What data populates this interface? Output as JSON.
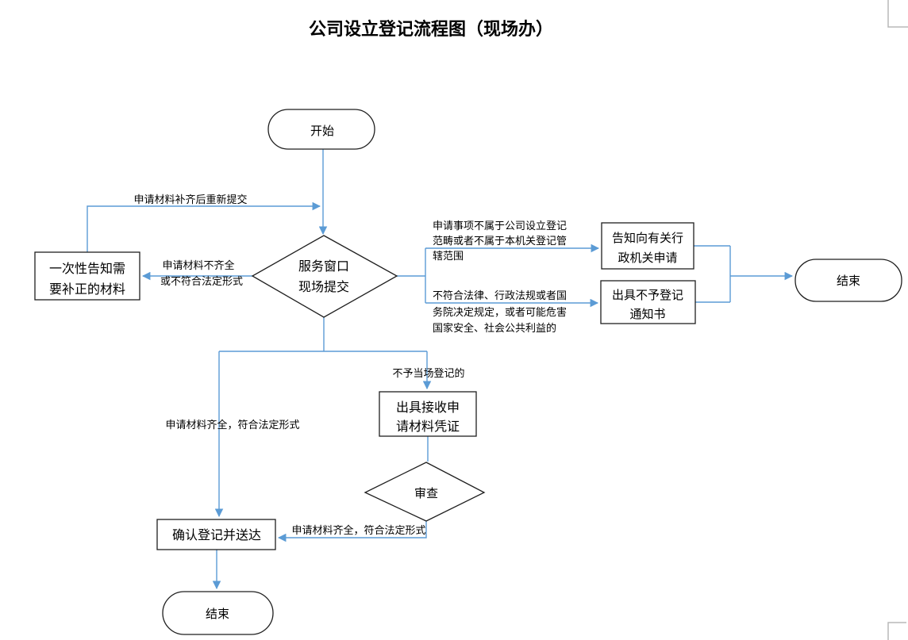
{
  "title": "公司设立登记流程图（现场办）",
  "colors": {
    "connector": "#5B9BD5",
    "shape_border": "#1f1f1f",
    "text": "#000000",
    "margin_mark": "#b8b8b8"
  },
  "nodes": {
    "start": {
      "label": "开始"
    },
    "service_window": {
      "lines": [
        "服务窗口",
        "现场提交"
      ]
    },
    "notify_correction": {
      "lines": [
        "一次性告知需",
        "要补正的材料"
      ]
    },
    "inform_agency": {
      "lines": [
        "告知向有关行",
        "政机关申请"
      ]
    },
    "rejection_notice": {
      "lines": [
        "出具不予登记",
        "通知书"
      ]
    },
    "end_right": {
      "label": "结束"
    },
    "receipt_voucher": {
      "lines": [
        "出具接收申",
        "请材料凭证"
      ]
    },
    "review": {
      "label": "审查"
    },
    "confirm_delivery": {
      "label": "确认登记并送达"
    },
    "end_bottom": {
      "label": "结束"
    }
  },
  "edge_labels": {
    "resubmit": "申请材料补齐后重新提交",
    "incomplete": {
      "lines": [
        "申请材料不齐全",
        "或不符合法定形式"
      ]
    },
    "not_in_scope": {
      "lines": [
        "申请事项不属于公司设立登记",
        "范畴或者不属于本机关登记管",
        "辖范围"
      ]
    },
    "violate_law": {
      "lines": [
        "不符合法律、行政法规或者国",
        "务院决定规定，或者可能危害",
        "国家安全、社会公共利益的"
      ]
    },
    "not_onsite": "不予当场登记的",
    "complete_left": "申请材料齐全，符合法定形式",
    "complete_bottom": "申请材料齐全，符合法定形式"
  }
}
